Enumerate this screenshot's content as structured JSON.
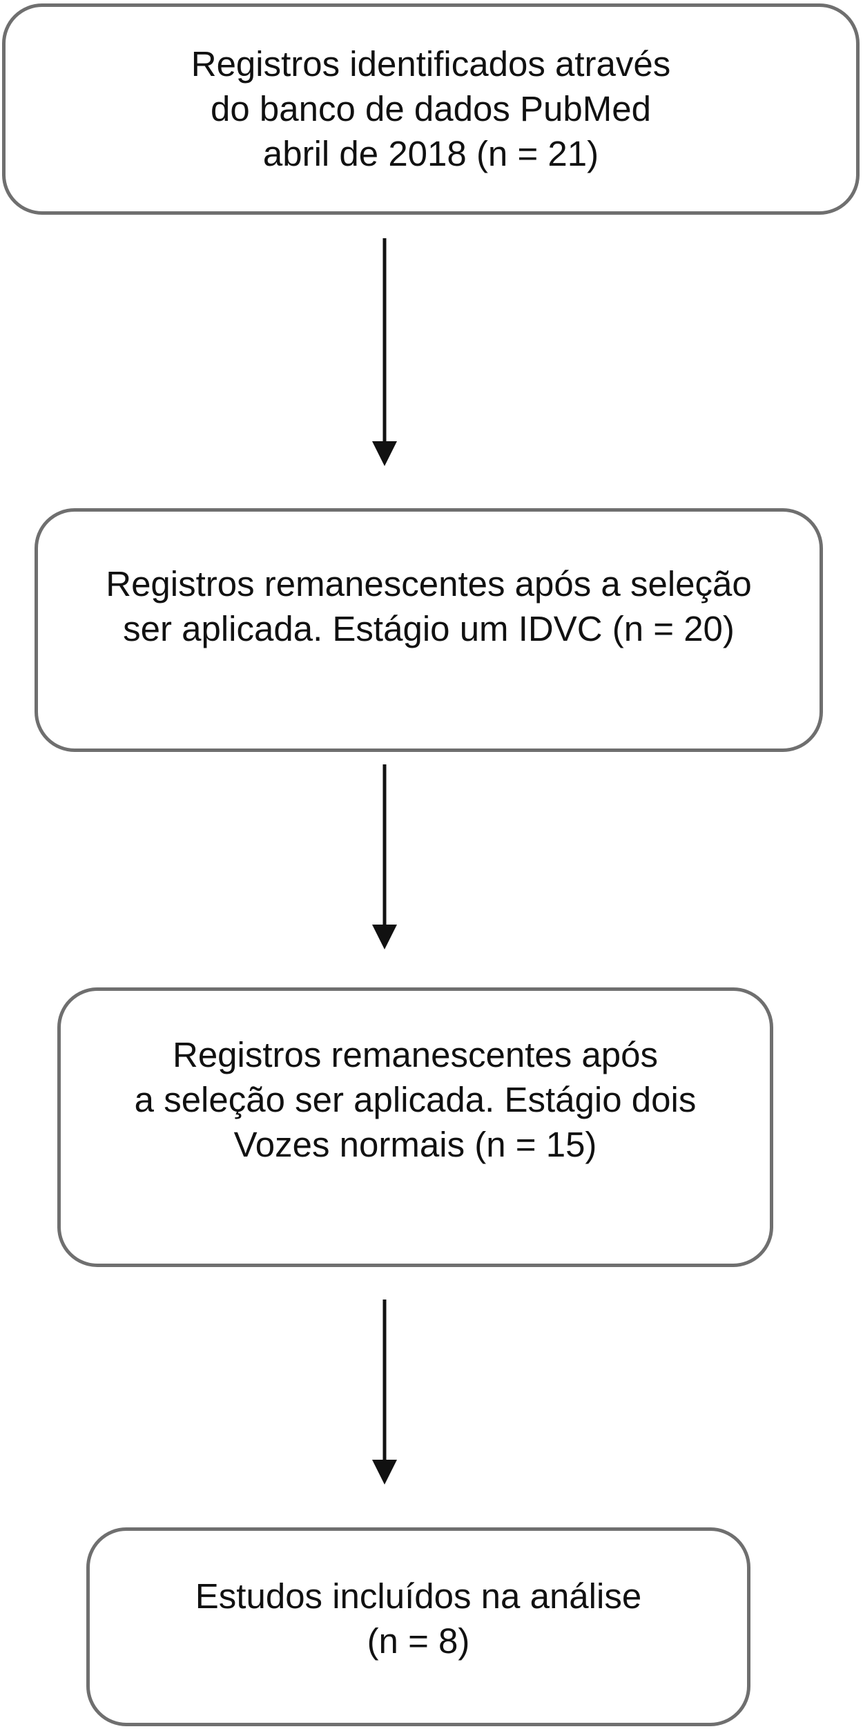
{
  "flowchart": {
    "steps": [
      {
        "lines": [
          "Registros identificados através",
          "do banco de dados PubMed",
          "abril de 2018 (n = 21)"
        ]
      },
      {
        "lines": [
          "Registros remanescentes após a seleção",
          "ser aplicada. Estágio um IDVC (n = 20)"
        ]
      },
      {
        "lines": [
          "Registros remanescentes após",
          "a seleção ser aplicada. Estágio dois",
          "Vozes normais (n = 15)"
        ]
      },
      {
        "lines": [
          "Estudos incluídos na análise",
          "(n = 8)"
        ]
      }
    ]
  },
  "colors": {
    "box_border": "#6f6f6f",
    "arrow": "#111111",
    "text": "#111111"
  }
}
